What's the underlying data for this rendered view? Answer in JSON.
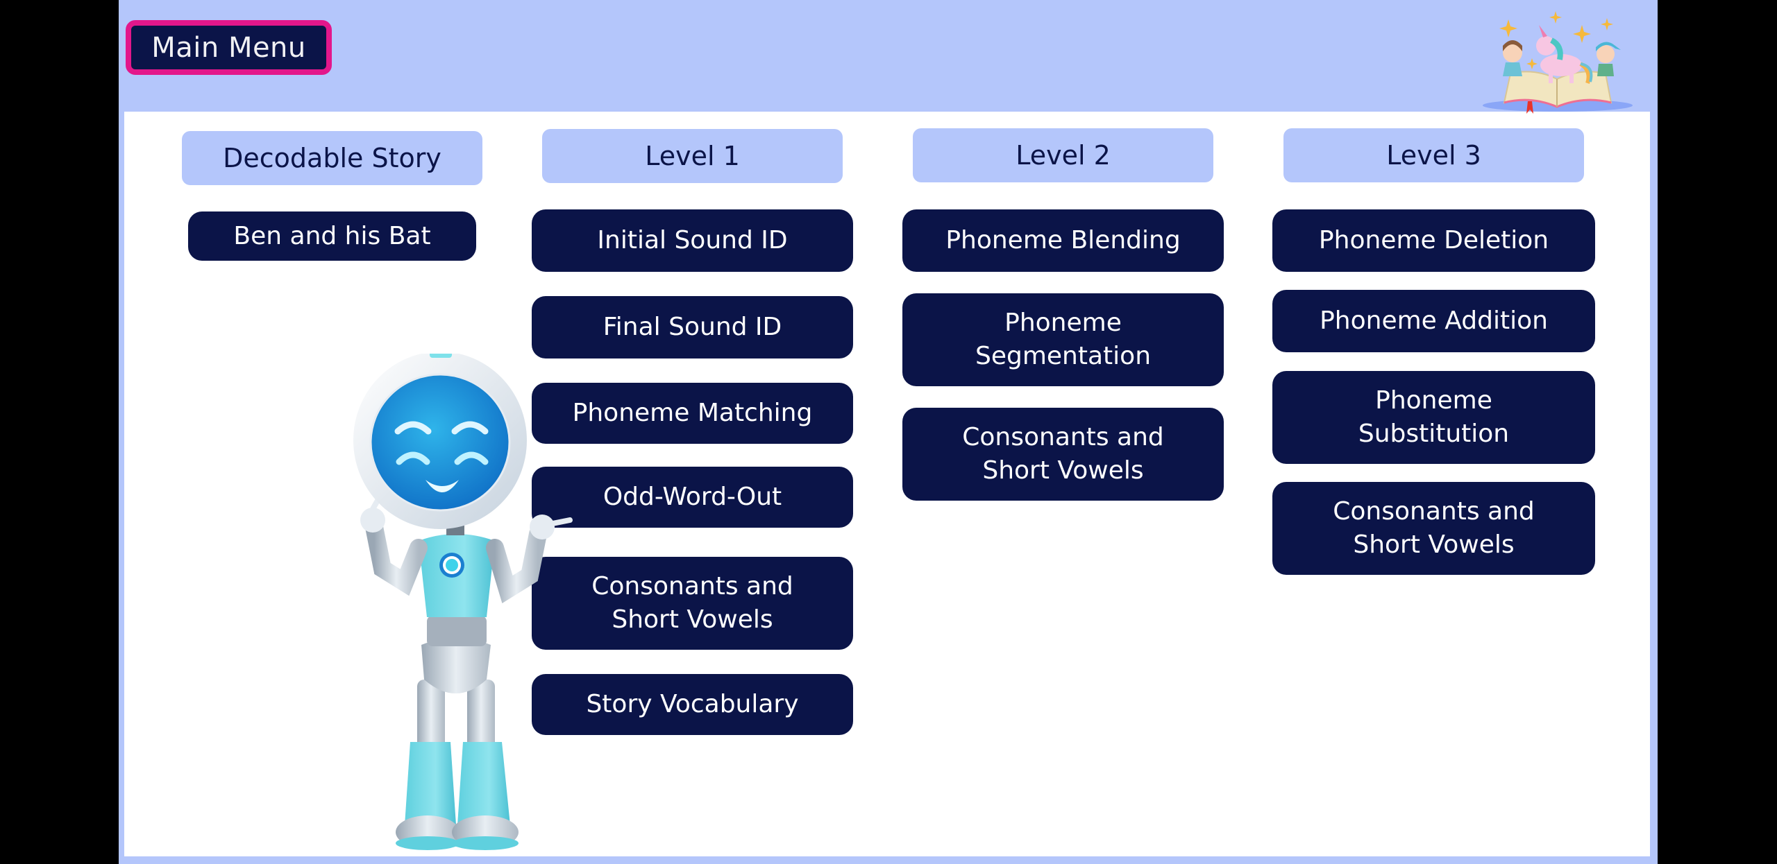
{
  "header": {
    "main_menu_label": "Main Menu",
    "logo_icon": "storybook-unicorn-kids-logo"
  },
  "columns": [
    {
      "title": "Decodable Story",
      "items": [
        "Ben and his Bat"
      ]
    },
    {
      "title": "Level 1",
      "items": [
        "Initial Sound ID",
        "Final Sound ID",
        "Phoneme Matching",
        "Odd-Word-Out",
        "Consonants and Short Vowels",
        "Story Vocabulary"
      ]
    },
    {
      "title": "Level 2",
      "items": [
        "Phoneme Blending",
        "Phoneme Segmentation",
        "Consonants and Short Vowels"
      ]
    },
    {
      "title": "Level 3",
      "items": [
        "Phoneme Deletion",
        "Phoneme Addition",
        "Phoneme Substitution",
        "Consonants and Short Vowels"
      ]
    }
  ],
  "mascot": "smiling-robot-mascot",
  "colors": {
    "background": "#b4c6fb",
    "panel": "#ffffff",
    "button": "#0b1448",
    "button_text": "#ffffff",
    "accent_border": "#e3178b",
    "header_text": "#0b1448"
  }
}
